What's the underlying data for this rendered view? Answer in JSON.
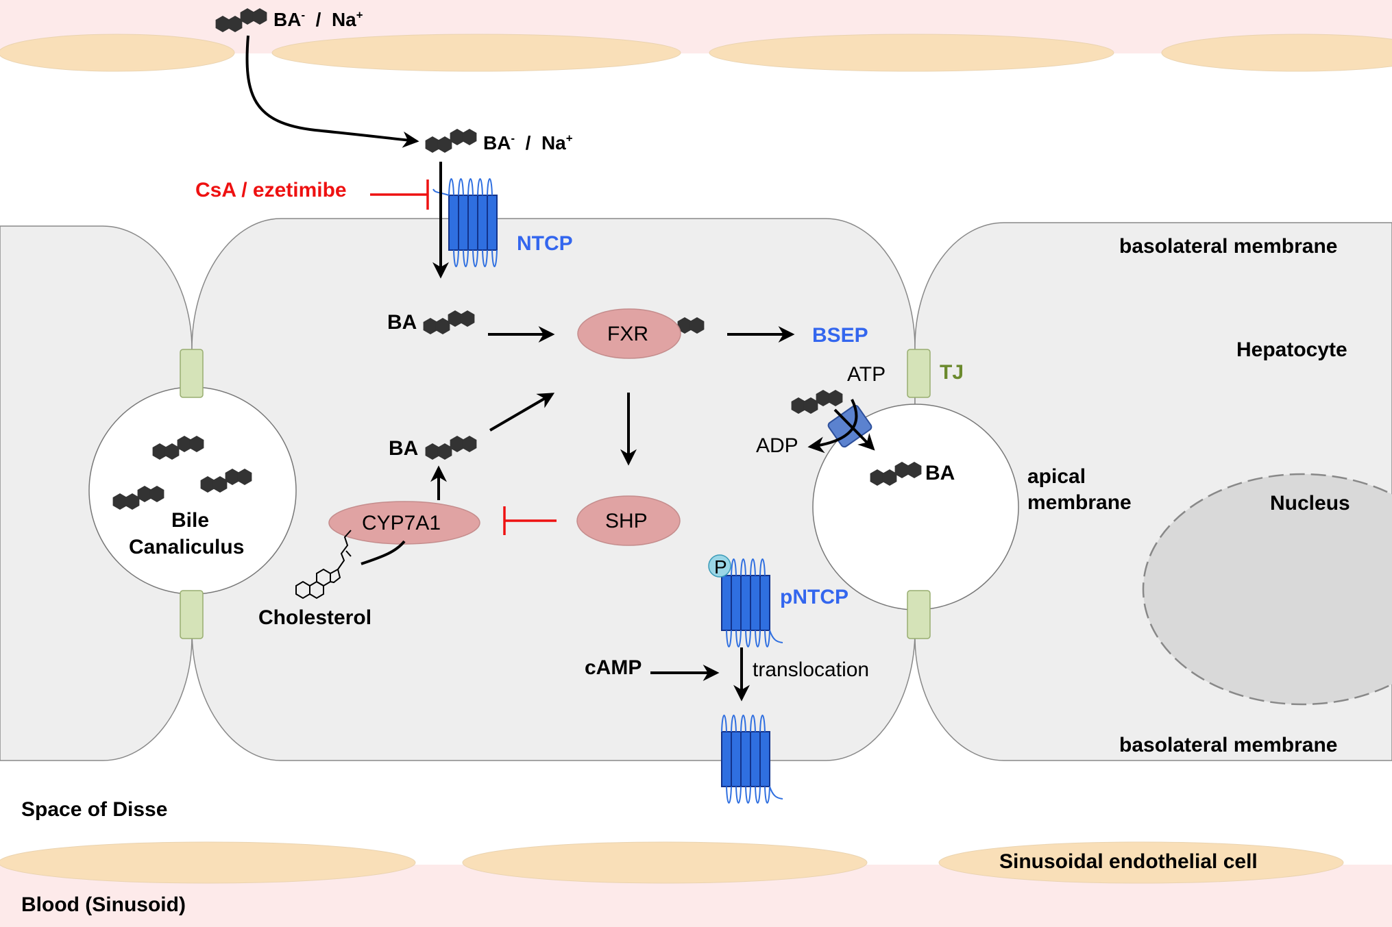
{
  "compartments": {
    "blood": "Blood (Sinusoid)",
    "space_of_disse": "Space of Disse",
    "endothelial": "Sinusoidal endothelial cell",
    "hepatocyte": "Hepatocyte",
    "basolateral_top": "basolateral membrane",
    "basolateral_bottom": "basolateral membrane",
    "apical_line1": "apical",
    "apical_line2": "membrane",
    "nucleus": "Nucleus",
    "canaliculus_line1": "Bile",
    "canaliculus_line2": "Canaliculus",
    "tight_junction": "TJ"
  },
  "uptake": {
    "ion_ba": "BA",
    "ion_ba_charge": "-",
    "ion_sep": "/",
    "ion_na": "Na",
    "ion_na_charge": "+",
    "inhibitor": "CsA / ezetimibe",
    "transporter": "NTCP"
  },
  "pathway": {
    "ba_intracellular": "BA",
    "fxr": "FXR",
    "bsep": "BSEP",
    "shp": "SHP",
    "cyp7a1": "CYP7A1",
    "ba_synthesized": "BA",
    "cholesterol": "Cholesterol",
    "atp": "ATP",
    "adp": "ADP",
    "ba_canalicular": "BA"
  },
  "regulation": {
    "phospho": "P",
    "pntcp": "pNTCP",
    "camp": "cAMP",
    "translocation": "translocation"
  },
  "colors": {
    "transporter_blue": "#2f6fe0",
    "enzyme_pink": "#e0a3a3",
    "inhibition_red": "#ee1111",
    "cell_gray": "#eeeeee",
    "nucleus_gray": "#d9d9d9",
    "junction_green": "#d5e3b8",
    "endothelial_peach": "#f9dfb8",
    "blood_pink": "#fdeaea"
  }
}
